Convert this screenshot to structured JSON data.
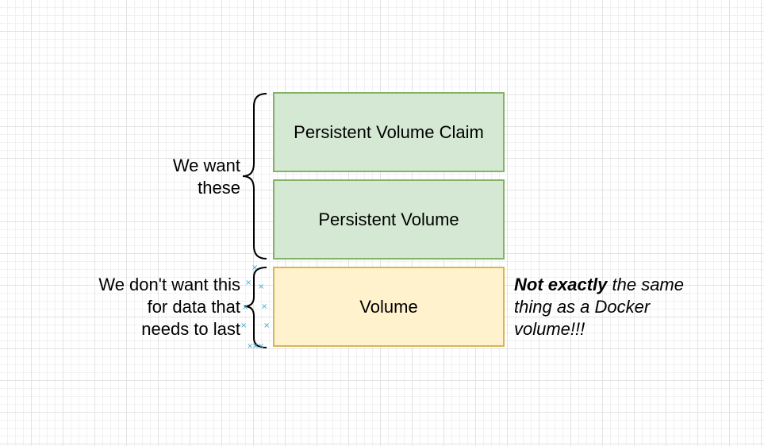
{
  "boxes": {
    "pvc": "Persistent Volume Claim",
    "pv": "Persistent Volume",
    "volume": "Volume"
  },
  "labels": {
    "want_line1": "We want",
    "want_line2": "these",
    "dont_line1": "We don't want this",
    "dont_line2": "for data that",
    "dont_line3": "needs to last"
  },
  "note": {
    "bold": "Not exactly",
    "line1_rest": " the same",
    "line2": "thing as a Docker",
    "line3": "volume!!!"
  },
  "colors": {
    "green_fill": "#d5e8d4",
    "green_stroke": "#82b366",
    "yellow_fill": "#fff2cc",
    "yellow_stroke": "#d6b656",
    "selection_handle": "#3fa9d6"
  }
}
